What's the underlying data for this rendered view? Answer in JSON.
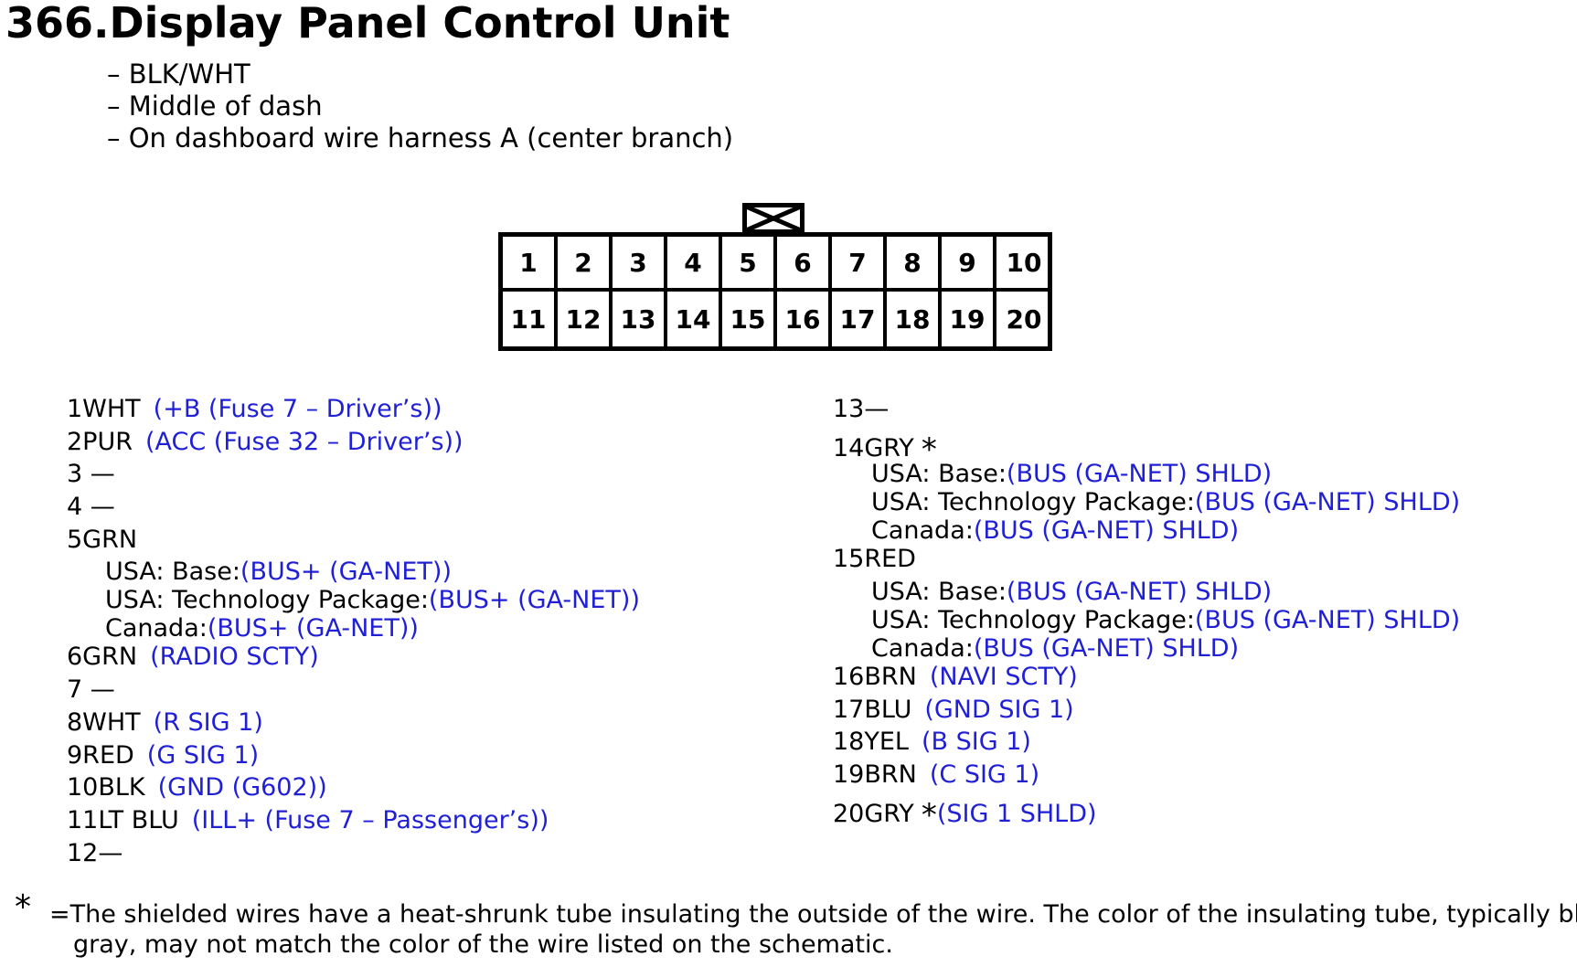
{
  "title": "366.Display Panel Control Unit",
  "notes": [
    "– BLK/WHT",
    "– Middle of dash",
    "– On dashboard wire harness A (center branch)"
  ],
  "connector": {
    "top_row": [
      "1",
      "2",
      "3",
      "4",
      "5",
      "6",
      "7",
      "8",
      "9",
      "10"
    ],
    "bottom_row": [
      "11",
      "12",
      "13",
      "14",
      "15",
      "16",
      "17",
      "18",
      "19",
      "20"
    ]
  },
  "pins_left": [
    {
      "pin": "1WHT",
      "func": "(+B (Fuse 7 – Driver’s))"
    },
    {
      "pin": "2PUR",
      "func": "(ACC (Fuse 32 – Driver’s))"
    },
    {
      "pin": "3 —",
      "func": ""
    },
    {
      "pin": "4 —",
      "func": ""
    },
    {
      "pin": "5GRN",
      "func": "",
      "subs": [
        {
          "label": "USA: Base:",
          "func": "(BUS+ (GA-NET))"
        },
        {
          "label": "USA: Technology Package:",
          "func": "(BUS+ (GA-NET))"
        },
        {
          "label": "Canada:",
          "func": "(BUS+ (GA-NET))"
        }
      ]
    },
    {
      "pin": "6GRN",
      "func": "(RADIO SCTY)"
    },
    {
      "pin": "7 —",
      "func": ""
    },
    {
      "pin": "8WHT",
      "func": "(R SIG 1)"
    },
    {
      "pin": "9RED",
      "func": "(G SIG 1)"
    },
    {
      "pin": "10BLK",
      "func": "(GND (G602))"
    },
    {
      "pin": "11LT BLU",
      "func": "(ILL+ (Fuse 7 – Passenger’s))"
    },
    {
      "pin": "12—",
      "func": ""
    }
  ],
  "pins_right": [
    {
      "pin": "13—",
      "func": ""
    },
    {
      "pin": "14GRY",
      "star": "*",
      "func": "",
      "subs": [
        {
          "label": "USA: Base:",
          "func": "(BUS (GA-NET) SHLD)"
        },
        {
          "label": "USA: Technology Package:",
          "func": "(BUS (GA-NET) SHLD)"
        },
        {
          "label": "Canada:",
          "func": "(BUS (GA-NET) SHLD)"
        }
      ]
    },
    {
      "pin": "15RED",
      "func": "",
      "subs": [
        {
          "label": "USA: Base:",
          "func": "(BUS (GA-NET) SHLD)"
        },
        {
          "label": "USA: Technology Package:",
          "func": "(BUS (GA-NET) SHLD)"
        },
        {
          "label": "Canada:",
          "func": "(BUS (GA-NET) SHLD)"
        }
      ]
    },
    {
      "pin": "16BRN",
      "func": "(NAVI SCTY)"
    },
    {
      "pin": "17BLU",
      "func": "(GND SIG 1)"
    },
    {
      "pin": "18YEL",
      "func": "(B SIG 1)"
    },
    {
      "pin": "19BRN",
      "func": "(C SIG 1)"
    },
    {
      "pin": "20GRY",
      "star": "*",
      "func": "(SIG 1 SHLD)"
    }
  ],
  "footer": {
    "star": "*",
    "line1": "=The shielded wires have a heat-shrunk tube insulating the outside of the wire.  The color of the insulating tube, typically bl",
    "line2": "gray, may not match the color of the wire listed on the schematic."
  },
  "colors": {
    "function_text": "#1f1fd6",
    "text": "#000000"
  }
}
